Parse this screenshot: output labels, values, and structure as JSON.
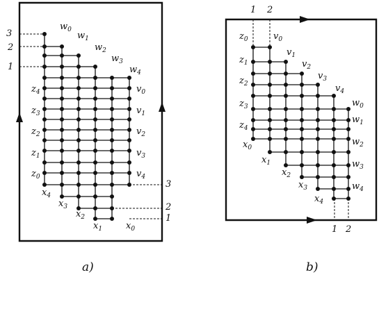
{
  "panel_a": {
    "caption": "a)",
    "top_vertices": [
      "w",
      "0",
      "w",
      "1",
      "w",
      "2",
      "w",
      "3",
      "w",
      "4"
    ],
    "left_numbers": [
      "3",
      "2",
      "1"
    ],
    "z_labels": [
      "z",
      "4",
      "z",
      "3",
      "z",
      "2",
      "z",
      "1",
      "z",
      "0"
    ],
    "v_labels": [
      "v",
      "0",
      "v",
      "1",
      "v",
      "2",
      "v",
      "3",
      "v",
      "4"
    ],
    "x_labels": [
      "x",
      "4",
      "x",
      "3",
      "x",
      "2",
      "x",
      "1",
      "x",
      "0"
    ],
    "right_numbers": [
      "3",
      "2",
      "1"
    ]
  },
  "panel_b": {
    "caption": "b)",
    "top_numbers": [
      "1",
      "2"
    ],
    "z_labels": [
      "z",
      "0",
      "z",
      "1",
      "z",
      "2",
      "z",
      "3",
      "z",
      "4"
    ],
    "x_labels": [
      "x",
      "0",
      "x",
      "1",
      "x",
      "2",
      "x",
      "3",
      "x",
      "4"
    ],
    "v_labels": [
      "v",
      "0",
      "v",
      "1",
      "v",
      "2",
      "v",
      "3",
      "v",
      "4"
    ],
    "w_labels": [
      "w",
      "0",
      "w",
      "1",
      "w",
      "2",
      "w",
      "3",
      "w",
      "4"
    ],
    "bottom_numbers": [
      "1",
      "2"
    ]
  }
}
